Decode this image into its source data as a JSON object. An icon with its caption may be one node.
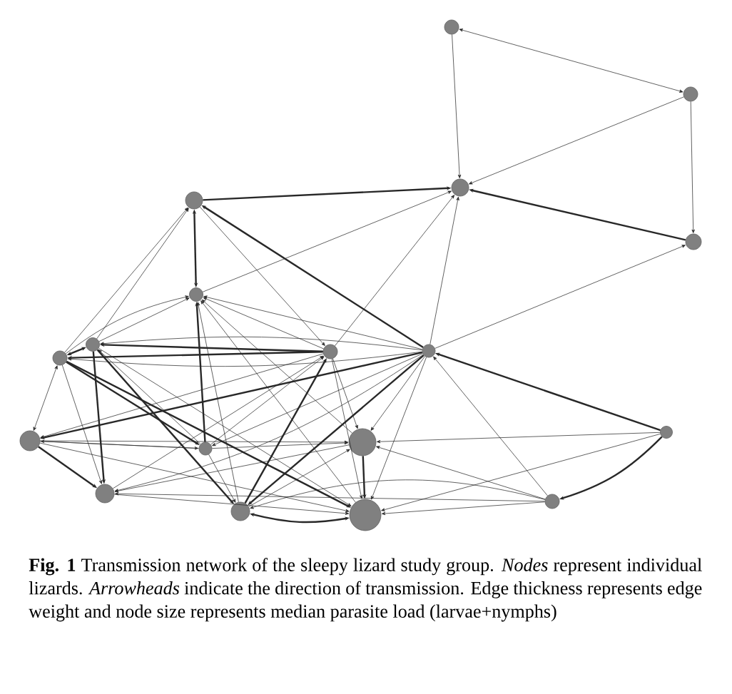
{
  "diagram": {
    "caption": "**Fig. 1** Transmission network of the sleepy lizard study group. *Nodes* represent individual lizards. *Arrowheads* indicate the direction of transmission. Edge thickness represents edge weight and node size represents median parasite load (larvae+nymphs)",
    "nodes": [
      {
        "text": [],
        "shape": "circle"
      },
      {
        "text": [],
        "shape": "circle"
      },
      {
        "text": [],
        "shape": "circle"
      },
      {
        "text": [],
        "shape": "circle"
      },
      {
        "text": [],
        "shape": "circle"
      },
      {
        "text": [],
        "shape": "circle"
      },
      {
        "text": [],
        "shape": "circle"
      },
      {
        "text": [],
        "shape": "circle"
      },
      {
        "text": [],
        "shape": "circle"
      },
      {
        "text": [],
        "shape": "circle"
      },
      {
        "text": [],
        "shape": "circle"
      },
      {
        "text": [],
        "shape": "circle"
      },
      {
        "text": [],
        "shape": "circle"
      },
      {
        "text": [],
        "shape": "circle"
      },
      {
        "text": [],
        "shape": "circle"
      },
      {
        "text": [],
        "shape": "circle"
      },
      {
        "text": [],
        "shape": "circle"
      },
      {
        "text": [],
        "shape": "circle"
      }
    ],
    "edges": [
      {
        "from": 0,
        "to": 1,
        "arrow": "both"
      },
      {
        "from": 0,
        "to": 2,
        "arrow": "to"
      },
      {
        "from": 1,
        "to": 2,
        "arrow": "to"
      },
      {
        "from": 1,
        "to": 4,
        "arrow": "to"
      },
      {
        "from": 4,
        "to": 2,
        "arrow": "to",
        "style": "thick"
      },
      {
        "from": 3,
        "to": 2,
        "arrow": "to",
        "style": "thick"
      },
      {
        "from": 5,
        "to": 2,
        "arrow": "to"
      },
      {
        "from": 7,
        "to": 2,
        "arrow": "to"
      },
      {
        "from": 8,
        "to": 2,
        "arrow": "to"
      },
      {
        "from": 8,
        "to": 4,
        "arrow": "to"
      },
      {
        "from": 3,
        "to": 5,
        "arrow": "both",
        "style": "thick"
      },
      {
        "from": 8,
        "to": 3,
        "arrow": "to",
        "style": "thick"
      },
      {
        "from": 6,
        "to": 3,
        "arrow": "to"
      },
      {
        "from": 9,
        "to": 3,
        "arrow": "to"
      },
      {
        "from": 3,
        "to": 7,
        "arrow": "to"
      },
      {
        "from": 6,
        "to": 5,
        "arrow": "to"
      },
      {
        "from": 9,
        "to": 5,
        "arrow": "to"
      },
      {
        "from": 12,
        "to": 5,
        "arrow": "to",
        "style": "thick"
      },
      {
        "from": 15,
        "to": 5,
        "arrow": "to"
      },
      {
        "from": 7,
        "to": 5,
        "arrow": "to"
      },
      {
        "from": 8,
        "to": 5,
        "arrow": "to"
      },
      {
        "from": 11,
        "to": 5,
        "arrow": "to"
      },
      {
        "from": 16,
        "to": 5,
        "arrow": "to"
      },
      {
        "from": 6,
        "to": 9,
        "arrow": "both",
        "style": "thick"
      },
      {
        "from": 7,
        "to": 6,
        "arrow": "to",
        "style": "thick"
      },
      {
        "from": 8,
        "to": 6,
        "arrow": "to"
      },
      {
        "from": 6,
        "to": 14,
        "arrow": "to",
        "style": "thick"
      },
      {
        "from": 6,
        "to": 15,
        "arrow": "to",
        "style": "thick"
      },
      {
        "from": 6,
        "to": 16,
        "arrow": "to"
      },
      {
        "from": 12,
        "to": 6,
        "arrow": "to"
      },
      {
        "from": 9,
        "to": 10,
        "arrow": "both"
      },
      {
        "from": 9,
        "to": 14,
        "arrow": "to"
      },
      {
        "from": 9,
        "to": 12,
        "arrow": "to",
        "style": "thick"
      },
      {
        "from": 9,
        "to": 16,
        "arrow": "to",
        "style": "thick"
      },
      {
        "from": 7,
        "to": 9,
        "arrow": "to",
        "style": "thick"
      },
      {
        "from": 8,
        "to": 9,
        "arrow": "to"
      },
      {
        "from": 10,
        "to": 14,
        "arrow": "to",
        "style": "thick"
      },
      {
        "from": 10,
        "to": 12,
        "arrow": "to"
      },
      {
        "from": 10,
        "to": 11,
        "arrow": "to"
      },
      {
        "from": 10,
        "to": 16,
        "arrow": "to"
      },
      {
        "from": 7,
        "to": 10,
        "arrow": "to"
      },
      {
        "from": 8,
        "to": 10,
        "arrow": "to",
        "style": "thick"
      },
      {
        "from": 12,
        "to": 10,
        "arrow": "to"
      },
      {
        "from": 15,
        "to": 7,
        "arrow": "to",
        "style": "thick"
      },
      {
        "from": 7,
        "to": 11,
        "arrow": "to"
      },
      {
        "from": 7,
        "to": 16,
        "arrow": "to"
      },
      {
        "from": 12,
        "to": 7,
        "arrow": "to"
      },
      {
        "from": 14,
        "to": 7,
        "arrow": "to"
      },
      {
        "from": 8,
        "to": 11,
        "arrow": "to"
      },
      {
        "from": 8,
        "to": 16,
        "arrow": "to"
      },
      {
        "from": 8,
        "to": 15,
        "arrow": "to",
        "style": "thick"
      },
      {
        "from": 13,
        "to": 8,
        "arrow": "to",
        "style": "thick"
      },
      {
        "from": 17,
        "to": 8,
        "arrow": "to"
      },
      {
        "from": 8,
        "to": 12,
        "arrow": "to"
      },
      {
        "from": 8,
        "to": 14,
        "arrow": "to"
      },
      {
        "from": 11,
        "to": 16,
        "arrow": "to",
        "style": "thick"
      },
      {
        "from": 13,
        "to": 11,
        "arrow": "to"
      },
      {
        "from": 17,
        "to": 11,
        "arrow": "to"
      },
      {
        "from": 15,
        "to": 11,
        "arrow": "to"
      },
      {
        "from": 12,
        "to": 11,
        "arrow": "to"
      },
      {
        "from": 15,
        "to": 16,
        "arrow": "both",
        "style": "thick"
      },
      {
        "from": 12,
        "to": 15,
        "arrow": "to"
      },
      {
        "from": 17,
        "to": 15,
        "arrow": "to"
      },
      {
        "from": 17,
        "to": 16,
        "arrow": "to"
      },
      {
        "from": 13,
        "to": 16,
        "arrow": "to"
      },
      {
        "from": 14,
        "to": 16,
        "arrow": "to"
      },
      {
        "from": 13,
        "to": 17,
        "arrow": "to",
        "style": "thick"
      },
      {
        "from": 17,
        "to": 14,
        "arrow": "to"
      },
      {
        "from": 11,
        "to": 14,
        "arrow": "to"
      }
    ]
  }
}
